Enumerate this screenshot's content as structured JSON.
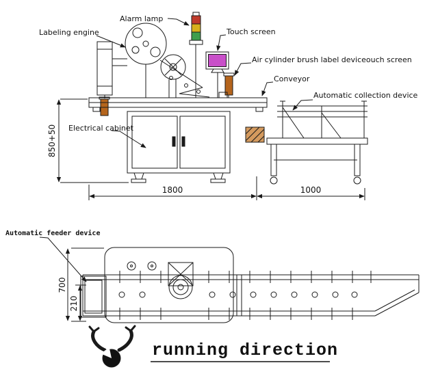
{
  "front_view": {
    "labels": {
      "alarm_lamp": "Alarm lamp",
      "labeling_engine": "Labeling engine",
      "touch_screen": "Touch screen",
      "air_cylinder": "Air cylinder brush label deviceouch screen",
      "conveyor": "Conveyor",
      "automatic_collection": "Automatic collection device",
      "electrical_cabinet": "Electrical cabinet"
    },
    "dimensions": {
      "height": "850+50",
      "main_length": "1800",
      "collection_length": "1000"
    }
  },
  "plan_view": {
    "labels": {
      "automatic_feeder": "Automatic feeder device"
    },
    "dimensions": {
      "overall_width": "700",
      "belt_width": "210"
    }
  },
  "footer": {
    "running_direction": "running direction"
  },
  "colors": {
    "line": "#1a1a1a",
    "lamp_red": "#bf3a2b",
    "lamp_yellow": "#d8b01c",
    "lamp_green": "#3f9e4d",
    "screen_magenta": "#c94fc9",
    "bronze": "#b5651d",
    "hatch_tan": "#d49a5e"
  }
}
